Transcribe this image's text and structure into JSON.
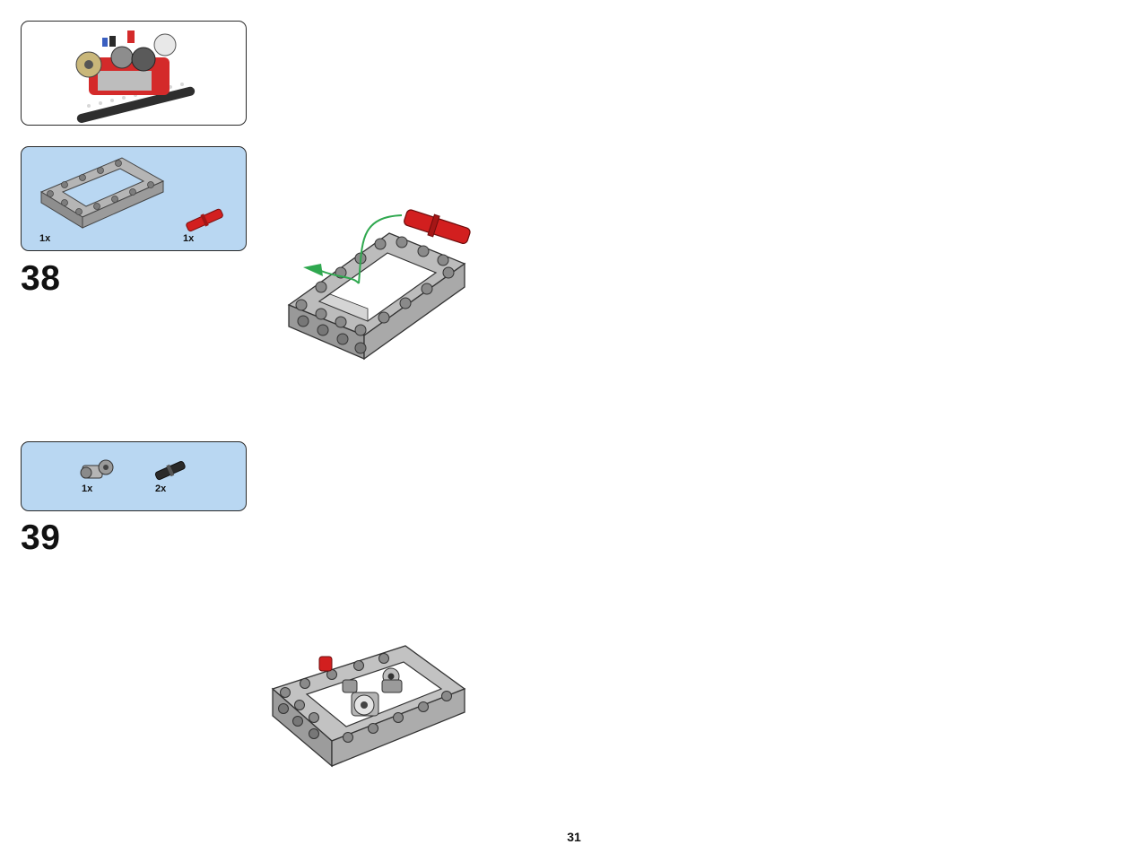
{
  "step38": {
    "number": "38",
    "parts": [
      {
        "qty": "1x",
        "part": "frame-icon"
      },
      {
        "qty": "1x",
        "part": "red-pin-icon"
      }
    ]
  },
  "step39": {
    "number": "39",
    "parts": [
      {
        "qty": "1x",
        "part": "cross-block-icon"
      },
      {
        "qty": "2x",
        "part": "black-pin-icon"
      }
    ]
  },
  "page": {
    "number": "31"
  },
  "colors": {
    "parts_panel_bg": "#b9d7f2",
    "frame_gray": "#a8a8a8",
    "pin_red": "#d21f1f",
    "arrow_green": "#2fa84f"
  }
}
